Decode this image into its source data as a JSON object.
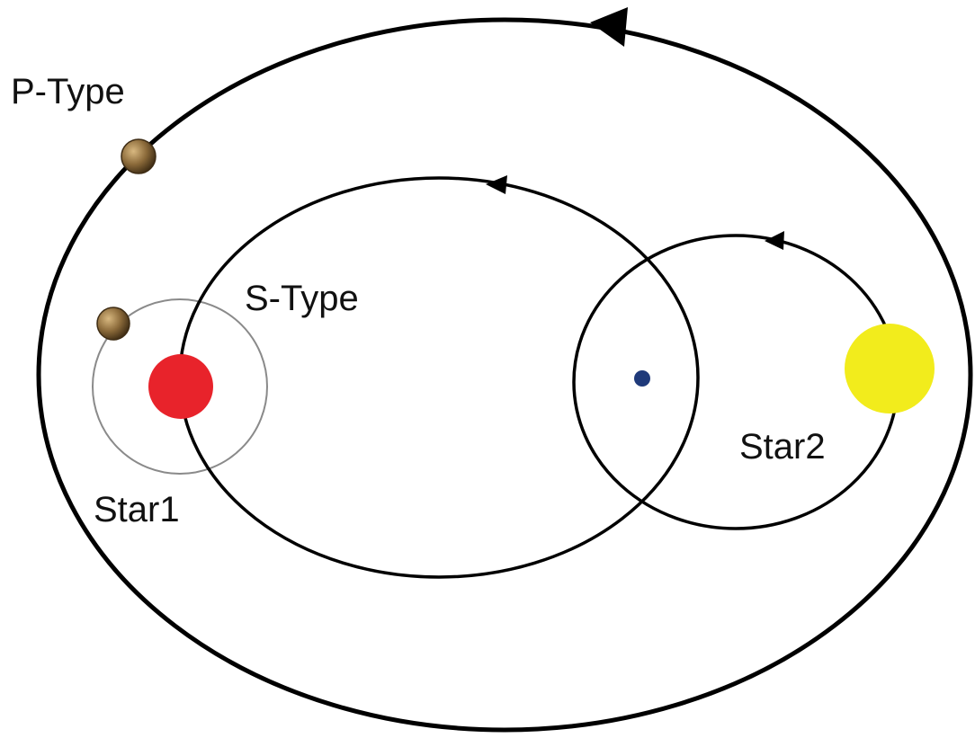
{
  "labels": {
    "p_type": "P-Type",
    "s_type": "S-Type",
    "star1": "Star1",
    "star2": "Star2"
  },
  "colors": {
    "background": "#ffffff",
    "orbit_line": "#000000",
    "planet_orbit_line": "#8a8a8a",
    "star1": "#e8232b",
    "star2": "#f2ec1c",
    "barycenter": "#1f3a7a",
    "planet_fill": "#8b6a3a",
    "planet_highlight": "#c9a56a"
  },
  "icons": {
    "orbit_arrow": "triangle-arrow-left"
  }
}
